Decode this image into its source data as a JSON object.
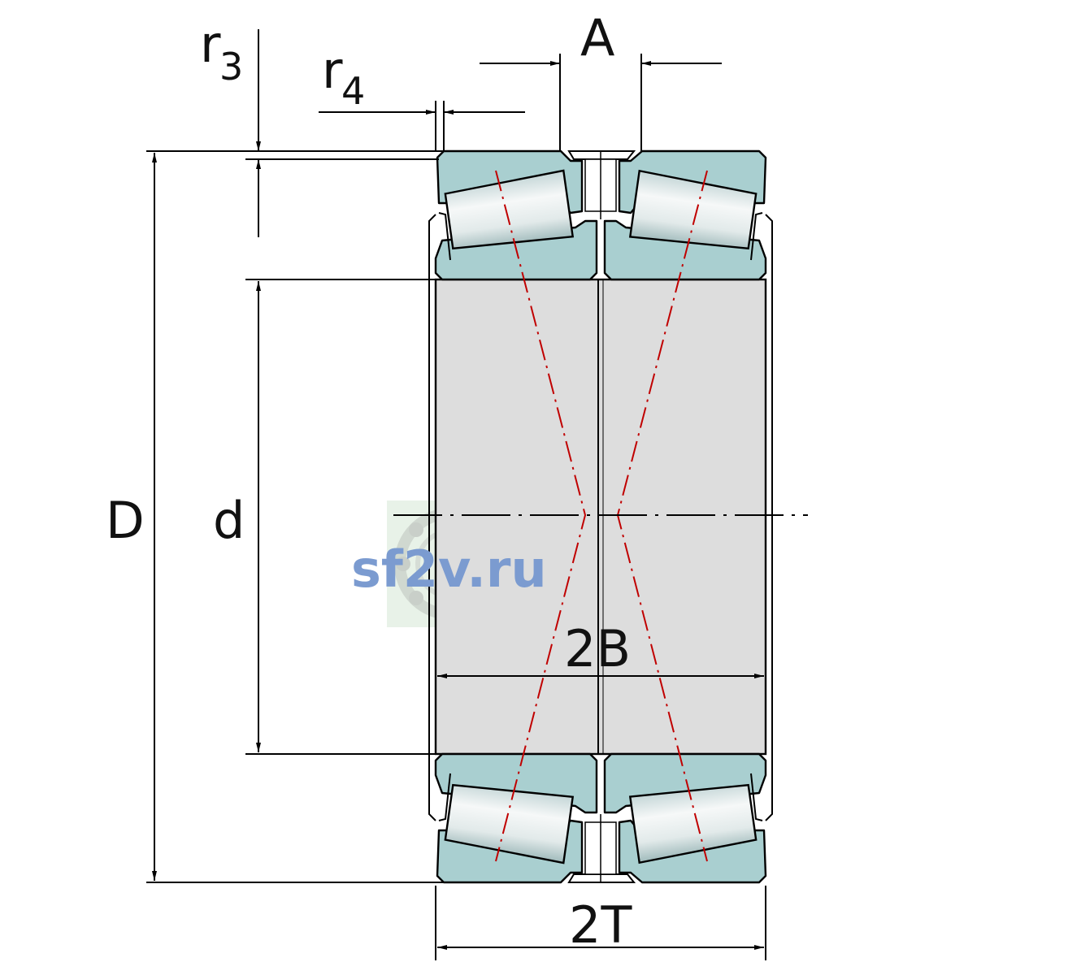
{
  "labels": {
    "r3_main": "r",
    "r3_sub": "3",
    "r4_main": "r",
    "r4_sub": "4",
    "A": "A",
    "D": "D",
    "d": "d",
    "twoB": "2B",
    "twoT": "2T"
  },
  "watermark": "sf2v.ru",
  "colors": {
    "ring": "#a9cfd0",
    "bore": "#dddddd",
    "roller_light": "#f2f5f5",
    "roller_dark": "#b4c9ca",
    "centerline": "#c00000",
    "watermark_text": "#7b9bd0"
  }
}
